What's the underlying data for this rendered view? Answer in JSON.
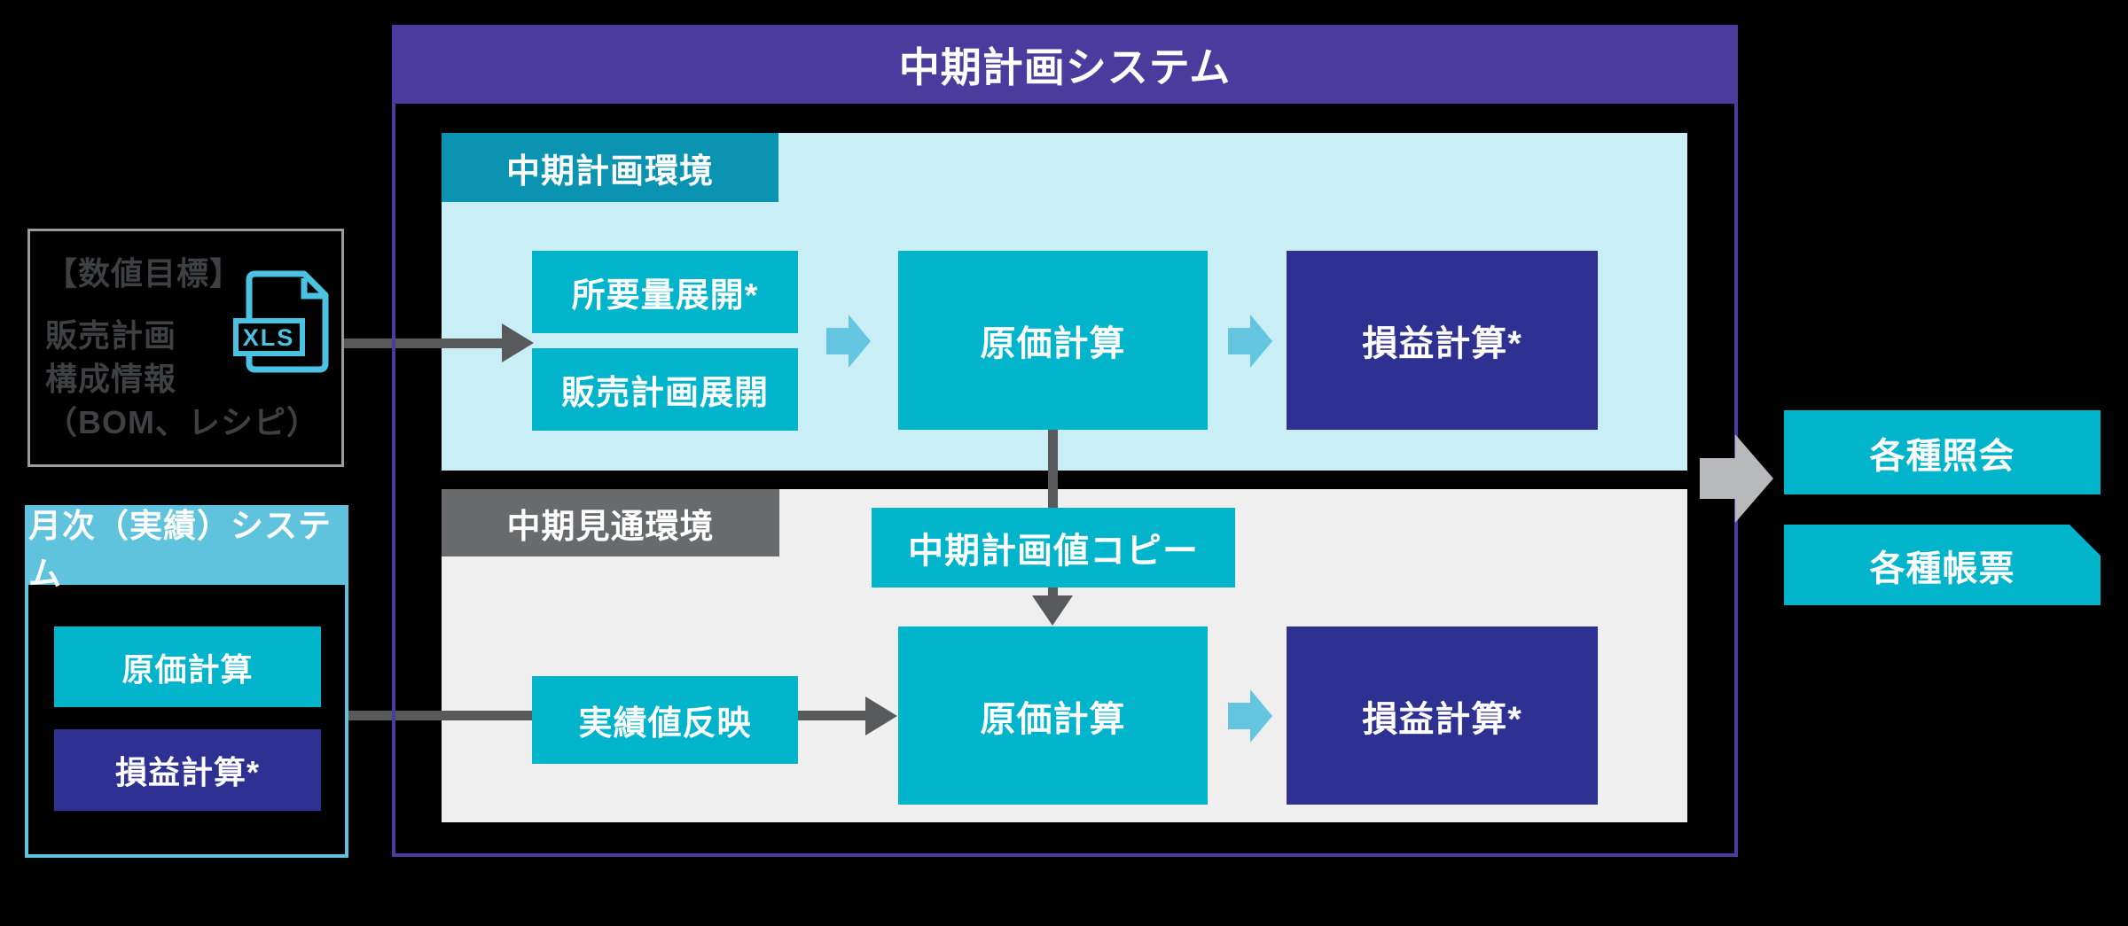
{
  "system": {
    "title": "中期計画システム"
  },
  "source": {
    "heading": "【数値目標】",
    "lines": "販売計画\n構成情報\n（BOM、レシピ）",
    "file_label": "XLS"
  },
  "monthly": {
    "title": "月次（実績）システム",
    "cost": "原価計算",
    "pl": "損益計算*"
  },
  "plan_env": {
    "label": "中期計画環境",
    "requirements": "所要量展開*",
    "sales": "販売計画展開",
    "cost": "原価計算",
    "pl": "損益計算*"
  },
  "outlook_env": {
    "label": "中期見通環境",
    "copy": "中期計画値コピー",
    "actuals": "実績値反映",
    "cost": "原価計算",
    "pl": "損益計算*"
  },
  "outputs": {
    "inquiry": "各種照会",
    "reports": "各種帳票"
  },
  "colors": {
    "purple": "#4b3b9c",
    "teal": "#00b4cb",
    "teal_label": "#0a94b1",
    "panel_cyan": "#c9eef5",
    "panel_gray": "#efeff0",
    "gray_label": "#696a6c",
    "indigo": "#2e3192",
    "monthly_blue": "#5fc3dd",
    "arrow_dark": "#58595b",
    "arrow_light": "#b8b9bb",
    "arrow_blue": "#63c5e0",
    "xls_cyan": "#4cc2e3"
  }
}
